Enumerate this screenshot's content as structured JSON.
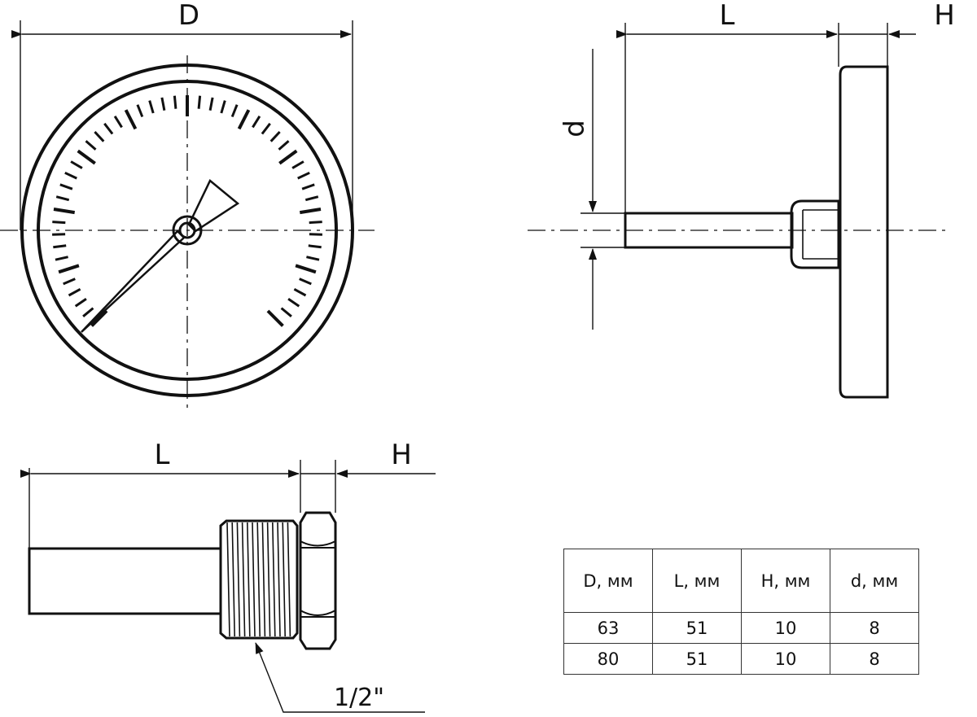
{
  "front_view": {
    "diameter_label": "D"
  },
  "side_view": {
    "length_label": "L",
    "head_label": "H",
    "stem_diameter_label": "d"
  },
  "sleeve_view": {
    "length_label": "L",
    "head_label": "H",
    "thread_label": "1/2\""
  },
  "spec_table": {
    "headers": [
      "D, мм",
      "L, мм",
      "H, мм",
      "d, мм"
    ],
    "rows": [
      [
        "63",
        "51",
        "10",
        "8"
      ],
      [
        "80",
        "51",
        "10",
        "8"
      ]
    ]
  }
}
